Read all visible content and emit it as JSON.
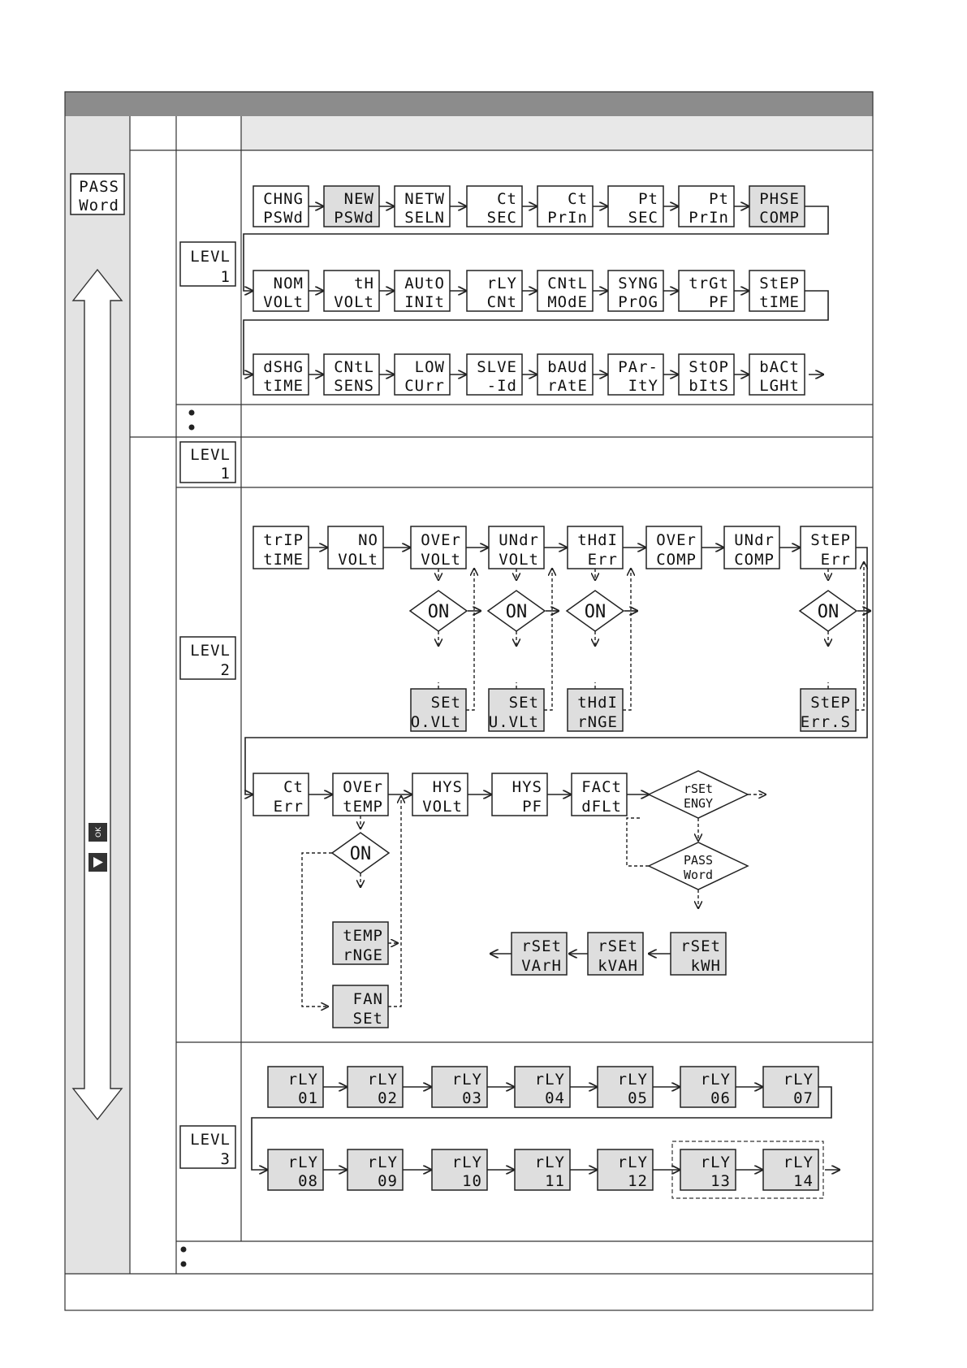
{
  "colors": {
    "header_bar": "#8c8c8c",
    "side_band": "#e3e3e3",
    "header_row": "#e8e8e8",
    "lcd_shaded": "#dedede",
    "ink": "#222222"
  },
  "pass_word": {
    "l1": "PASS",
    "l2": "Word"
  },
  "level1": {
    "label": "LEVL",
    "num": "1"
  },
  "level2_top": {
    "label": "LEVL",
    "num": "1"
  },
  "level2": {
    "label": "LEVL",
    "num": "2"
  },
  "level3": {
    "label": "LEVL",
    "num": "3"
  },
  "icons": {
    "ok_key": "ok-key-icon",
    "play_key": "play-key-icon",
    "ok_text": "OK"
  },
  "row1": [
    {
      "l1": "CHNG",
      "l2": "PSWd",
      "shaded": false
    },
    {
      "l1": "NEW",
      "l2": "PSWd",
      "shaded": true
    },
    {
      "l1": "NETW",
      "l2": "SELN",
      "shaded": false
    },
    {
      "l1": "Ct",
      "l2": "SEC",
      "shaded": false
    },
    {
      "l1": "Ct",
      "l2": "PrIn",
      "shaded": false
    },
    {
      "l1": "Pt",
      "l2": "SEC",
      "shaded": false
    },
    {
      "l1": "Pt",
      "l2": "PrIn",
      "shaded": false
    },
    {
      "l1": "PHSE",
      "l2": "COMP",
      "shaded": true
    }
  ],
  "row2": [
    {
      "l1": "NOM",
      "l2": "VOLt",
      "shaded": false
    },
    {
      "l1": "tH",
      "l2": "VOLt",
      "shaded": false
    },
    {
      "l1": "AUtO",
      "l2": "INIt",
      "shaded": false
    },
    {
      "l1": "rLY",
      "l2": "CNt",
      "shaded": false
    },
    {
      "l1": "CNtL",
      "l2": "MOdE",
      "shaded": false
    },
    {
      "l1": "SYNG",
      "l2": "PrOG",
      "shaded": false
    },
    {
      "l1": "trGt",
      "l2": "PF",
      "shaded": false
    },
    {
      "l1": "StEP",
      "l2": "tIME",
      "shaded": false
    }
  ],
  "row3": [
    {
      "l1": "dSHG",
      "l2": "tIME",
      "shaded": false
    },
    {
      "l1": "CNtL",
      "l2": "SENS",
      "shaded": false
    },
    {
      "l1": "LOW",
      "l2": "CUrr",
      "shaded": false
    },
    {
      "l1": "SLVE",
      "l2": "-Id",
      "shaded": false
    },
    {
      "l1": "bAUd",
      "l2": "rAtE",
      "shaded": false
    },
    {
      "l1": "PAr-",
      "l2": "ItY",
      "shaded": false
    },
    {
      "l1": "StOP",
      "l2": "bItS",
      "shaded": false
    },
    {
      "l1": "bACt",
      "l2": "LGHt",
      "shaded": false
    }
  ],
  "l2_row1": [
    {
      "l1": "trIP",
      "l2": "tIME",
      "shaded": false
    },
    {
      "l1": "NO",
      "l2": "VOLt",
      "shaded": false
    },
    {
      "l1": "OVEr",
      "l2": "VOLt",
      "shaded": false
    },
    {
      "l1": "UNdr",
      "l2": "VOLt",
      "shaded": false
    },
    {
      "l1": "tHdI",
      "l2": "Err",
      "shaded": false
    },
    {
      "l1": "OVEr",
      "l2": "COMP",
      "shaded": false
    },
    {
      "l1": "UNdr",
      "l2": "COMP",
      "shaded": false
    },
    {
      "l1": "StEP",
      "l2": "Err",
      "shaded": false
    }
  ],
  "on_label": "ON",
  "l2_sets": [
    {
      "l1": "SEt",
      "l2": "O.VLt",
      "shaded": true
    },
    {
      "l1": "SEt",
      "l2": "U.VLt",
      "shaded": true
    },
    {
      "l1": "tHdI",
      "l2": "rNGE",
      "shaded": true
    },
    {
      "l1": "StEP",
      "l2": "Err.S",
      "shaded": true
    }
  ],
  "l2_row2": [
    {
      "l1": "Ct",
      "l2": "Err",
      "shaded": false
    },
    {
      "l1": "OVEr",
      "l2": "tEMP",
      "shaded": false
    },
    {
      "l1": "HYS",
      "l2": "VOLt",
      "shaded": false
    },
    {
      "l1": "HYS",
      "l2": "PF",
      "shaded": false
    },
    {
      "l1": "FACt",
      "l2": "dFLt",
      "shaded": false
    }
  ],
  "rset_engy": {
    "l1": "rSEt",
    "l2": "ENGY"
  },
  "pass_diamond": {
    "l1": "PASS",
    "l2": "Word"
  },
  "temp_boxes": [
    {
      "l1": "tEMP",
      "l2": "rNGE",
      "shaded": true
    },
    {
      "l1": "FAN",
      "l2": "SEt",
      "shaded": true
    }
  ],
  "rset_row": [
    {
      "l1": "rSEt",
      "l2": "VArH",
      "shaded": true
    },
    {
      "l1": "rSEt",
      "l2": "kVAH",
      "shaded": true
    },
    {
      "l1": "rSEt",
      "l2": "kWH",
      "shaded": true
    }
  ],
  "l3_row1": [
    {
      "l1": "rLY",
      "l2": "01",
      "shaded": true
    },
    {
      "l1": "rLY",
      "l2": "02",
      "shaded": true
    },
    {
      "l1": "rLY",
      "l2": "03",
      "shaded": true
    },
    {
      "l1": "rLY",
      "l2": "04",
      "shaded": true
    },
    {
      "l1": "rLY",
      "l2": "05",
      "shaded": true
    },
    {
      "l1": "rLY",
      "l2": "06",
      "shaded": true
    },
    {
      "l1": "rLY",
      "l2": "07",
      "shaded": true
    }
  ],
  "l3_row2": [
    {
      "l1": "rLY",
      "l2": "08",
      "shaded": true
    },
    {
      "l1": "rLY",
      "l2": "09",
      "shaded": true
    },
    {
      "l1": "rLY",
      "l2": "10",
      "shaded": true
    },
    {
      "l1": "rLY",
      "l2": "11",
      "shaded": true
    },
    {
      "l1": "rLY",
      "l2": "12",
      "shaded": true
    },
    {
      "l1": "rLY",
      "l2": "13",
      "shaded": true
    },
    {
      "l1": "rLY",
      "l2": "14",
      "shaded": true
    }
  ]
}
